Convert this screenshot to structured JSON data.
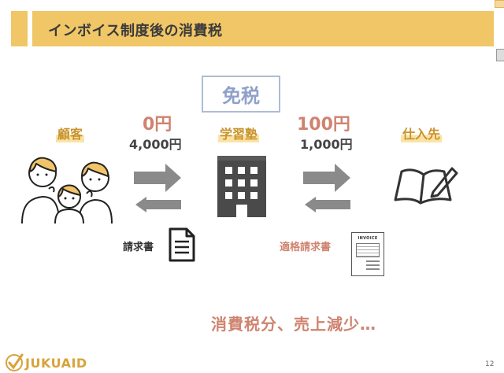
{
  "header": {
    "title": "インボイス制度後の消費税"
  },
  "badge": {
    "text": "免税"
  },
  "nodes": {
    "customer": "顧客",
    "juku": "学習塾",
    "supplier": "仕入先"
  },
  "flows": {
    "left": {
      "amount": "0円",
      "sub": "4,000円"
    },
    "right": {
      "amount": "100円",
      "sub": "1,000円"
    }
  },
  "documents": {
    "invoice_plain": "請求書",
    "invoice_qualified": "適格請求書",
    "invoice_doc_caption": "INVOICE"
  },
  "message": "消費税分、売上減少…",
  "logo": {
    "text": "JUKUAID"
  },
  "page_number": "12",
  "colors": {
    "accent": "#f0c667",
    "label": "#c9932c",
    "highlight": "#cf836f",
    "badge": "#8fa1c9"
  }
}
